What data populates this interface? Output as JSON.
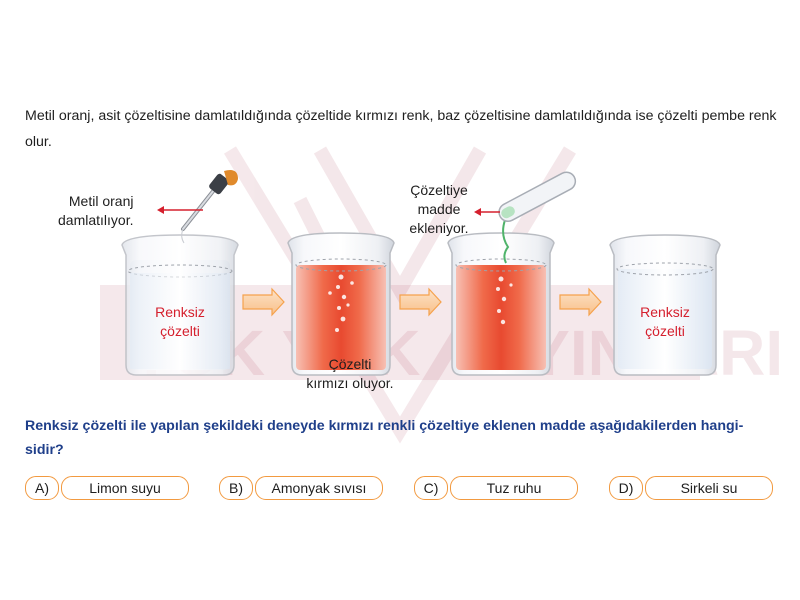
{
  "intro_text": "Metil oranj, asit çözeltisine damlatıldığında çözeltide kırmızı renk, baz çözeltisine damlatıldığında ise çözelti pembe renk olur.",
  "watermark": {
    "left_text": "YÜK YOK",
    "right_text": "YAYINLARI"
  },
  "figure": {
    "label_dropper": [
      "Metil oranj",
      "damlatılıyor."
    ],
    "label_added": [
      "Çözeltiye",
      "madde",
      "ekleniyor."
    ],
    "label_red": [
      "Çözelti",
      "kırmızı oluyor."
    ],
    "beaker1_text": [
      "Renksiz",
      "çözelti"
    ],
    "beaker4_text": [
      "Renksiz",
      "çözelti"
    ],
    "colors": {
      "arrow_red": "#d5202e",
      "solution_red": "#ef5a3c",
      "beaker_edge": "#b9bcc2",
      "flow_arrow": "#f5a24d"
    }
  },
  "question": "Renksiz çözelti ile yapılan şekildeki deneyde kırmızı renkli çözeltiye eklenen madde aşağıdakilerden hangi-sidir?",
  "options": [
    {
      "letter": "A)",
      "text": "Limon suyu"
    },
    {
      "letter": "B)",
      "text": "Amonyak sıvısı"
    },
    {
      "letter": "C)",
      "text": "Tuz ruhu"
    },
    {
      "letter": "D)",
      "text": "Sirkeli su"
    }
  ],
  "colors": {
    "question_blue": "#1f3f8a",
    "option_border": "#f29a40"
  }
}
